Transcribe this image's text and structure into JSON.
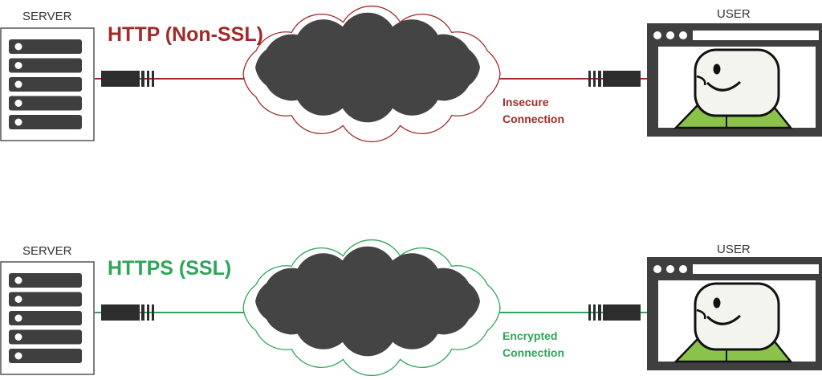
{
  "colors": {
    "insecure": "#a32a2a",
    "secure": "#2fa55a",
    "cloud": "#444444",
    "device": "#3f3f3f",
    "skin": "#f4f4ee",
    "shirt": "#8bc34a"
  },
  "insecure_panel": {
    "server_label": "SERVER",
    "user_label": "USER",
    "protocol_label": "HTTP (Non-SSL)",
    "connection_line1": "Insecure",
    "connection_line2": "Connection"
  },
  "secure_panel": {
    "server_label": "SERVER",
    "user_label": "USER",
    "protocol_label": "HTTPS (SSL)",
    "connection_line1": "Encrypted",
    "connection_line2": "Connection"
  },
  "icons": {
    "server": "server-rack-icon",
    "cloud": "internet-cloud-icon",
    "cable": "network-cable-plug-icon",
    "user": "browser-window-user-icon"
  }
}
